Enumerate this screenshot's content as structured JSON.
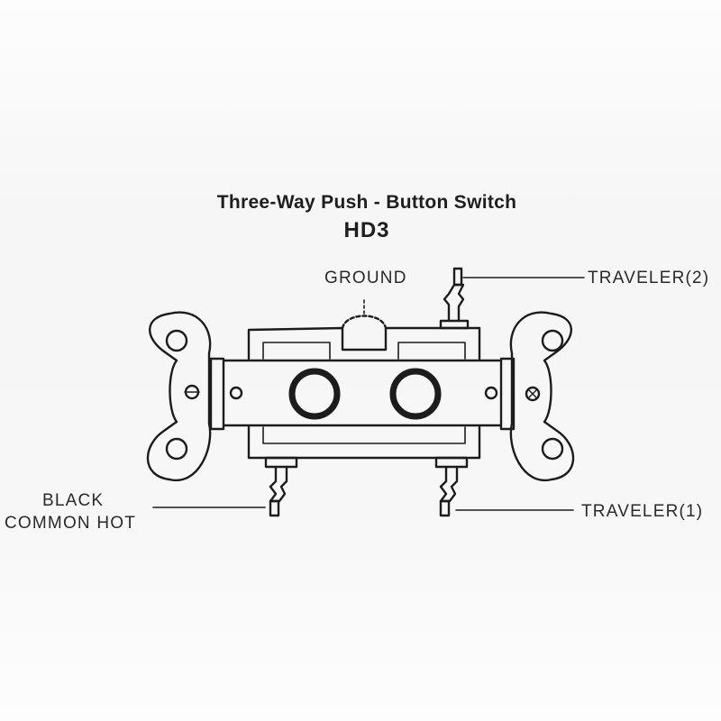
{
  "diagram": {
    "title": "Three-Way Push - Button Switch",
    "model": "HD3",
    "labels": {
      "ground": "GROUND",
      "traveler_2": "TRAVELER(2)",
      "traveler_1": "TRAVELER(1)",
      "black": "BLACK",
      "common_hot": "COMMON HOT"
    }
  }
}
